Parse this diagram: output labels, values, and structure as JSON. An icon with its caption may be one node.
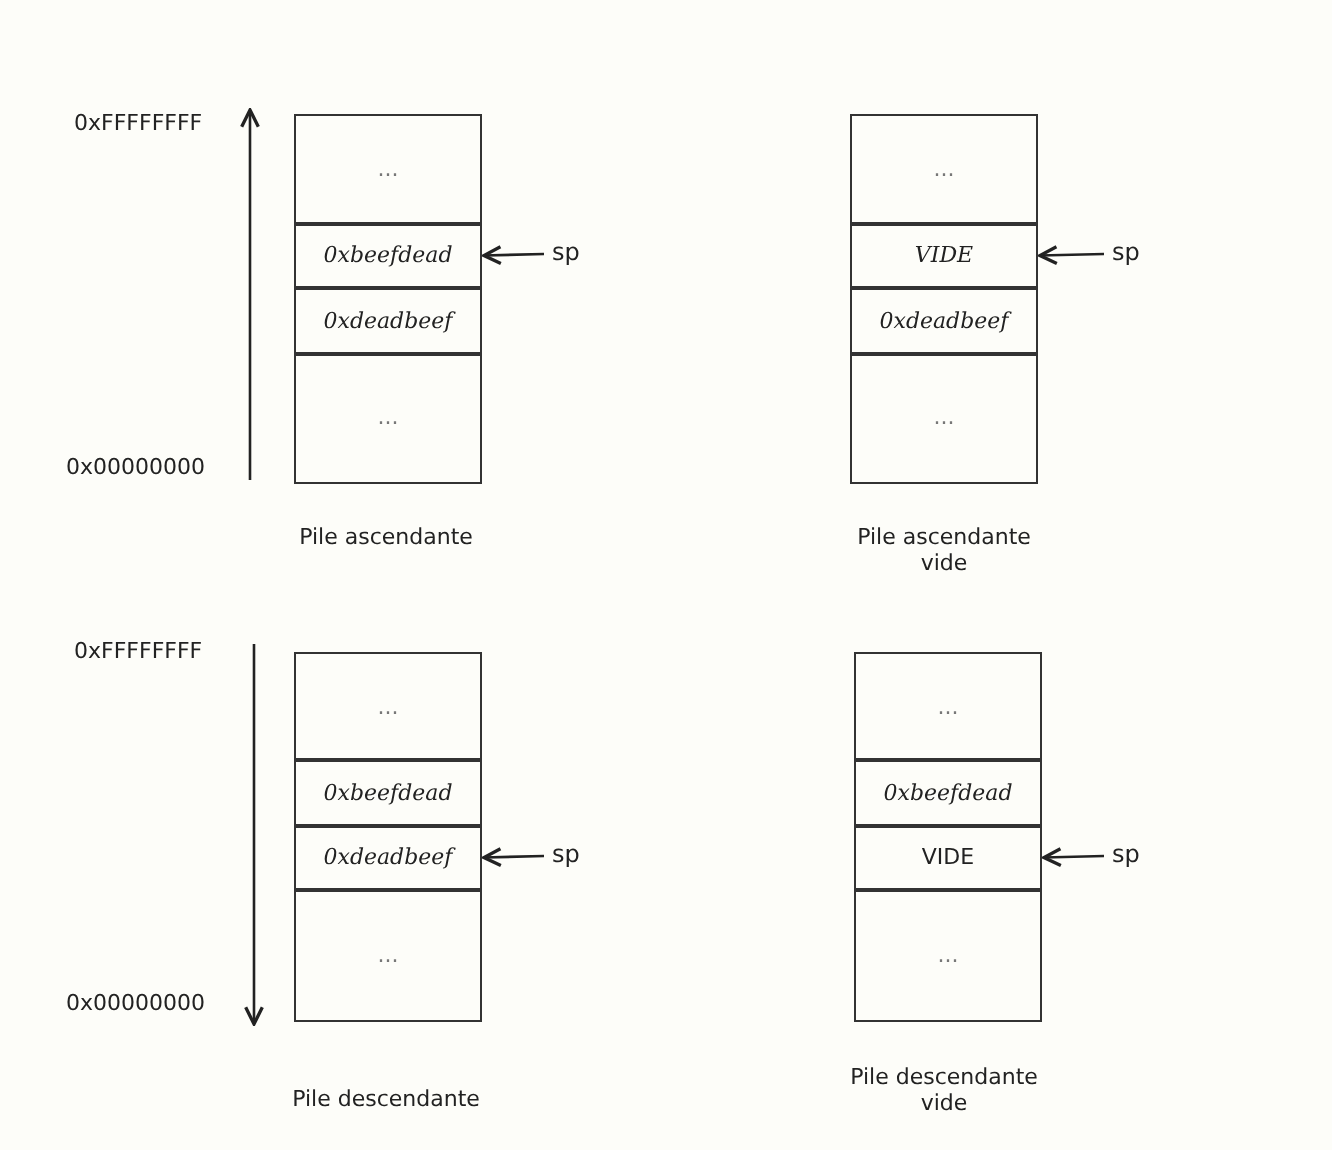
{
  "diagram": {
    "nodes": [
      {
        "text": [
          "..."
        ]
      },
      {
        "text": [
          "0xbeefdead"
        ]
      },
      {
        "text": [
          "0xdeadbeef"
        ]
      },
      {
        "text": [
          "..."
        ]
      },
      {
        "text": [
          "sp"
        ]
      },
      {
        "text": [
          "..."
        ]
      },
      {
        "text": [
          "VIDE"
        ]
      },
      {
        "text": [
          "0xdeadbeef"
        ]
      },
      {
        "text": [
          "..."
        ]
      },
      {
        "text": [
          "sp"
        ]
      },
      {
        "text": [
          "..."
        ]
      },
      {
        "text": [
          "0xbeefdead"
        ]
      },
      {
        "text": [
          "0xdeadbeef"
        ]
      },
      {
        "text": [
          "..."
        ]
      },
      {
        "text": [
          "sp"
        ]
      },
      {
        "text": [
          "..."
        ]
      },
      {
        "text": [
          "0xbeefdead"
        ]
      },
      {
        "text": [
          "VIDE"
        ]
      },
      {
        "text": [
          "..."
        ]
      },
      {
        "text": [
          "sp"
        ]
      }
    ],
    "edges": [
      {
        "from": 4,
        "to": 1,
        "arrow": "to"
      },
      {
        "from": 9,
        "to": 6,
        "arrow": "to"
      },
      {
        "from": 14,
        "to": 12,
        "arrow": "to"
      },
      {
        "from": 19,
        "to": 17,
        "arrow": "to"
      }
    ],
    "labels": [
      "0xFFFFFFFF",
      "0x00000000",
      "Pile ascendante",
      "Pile ascendante vide",
      "0xFFFFFFFF",
      "0x00000000",
      "Pile descendante",
      "Pile descendante vide"
    ]
  }
}
